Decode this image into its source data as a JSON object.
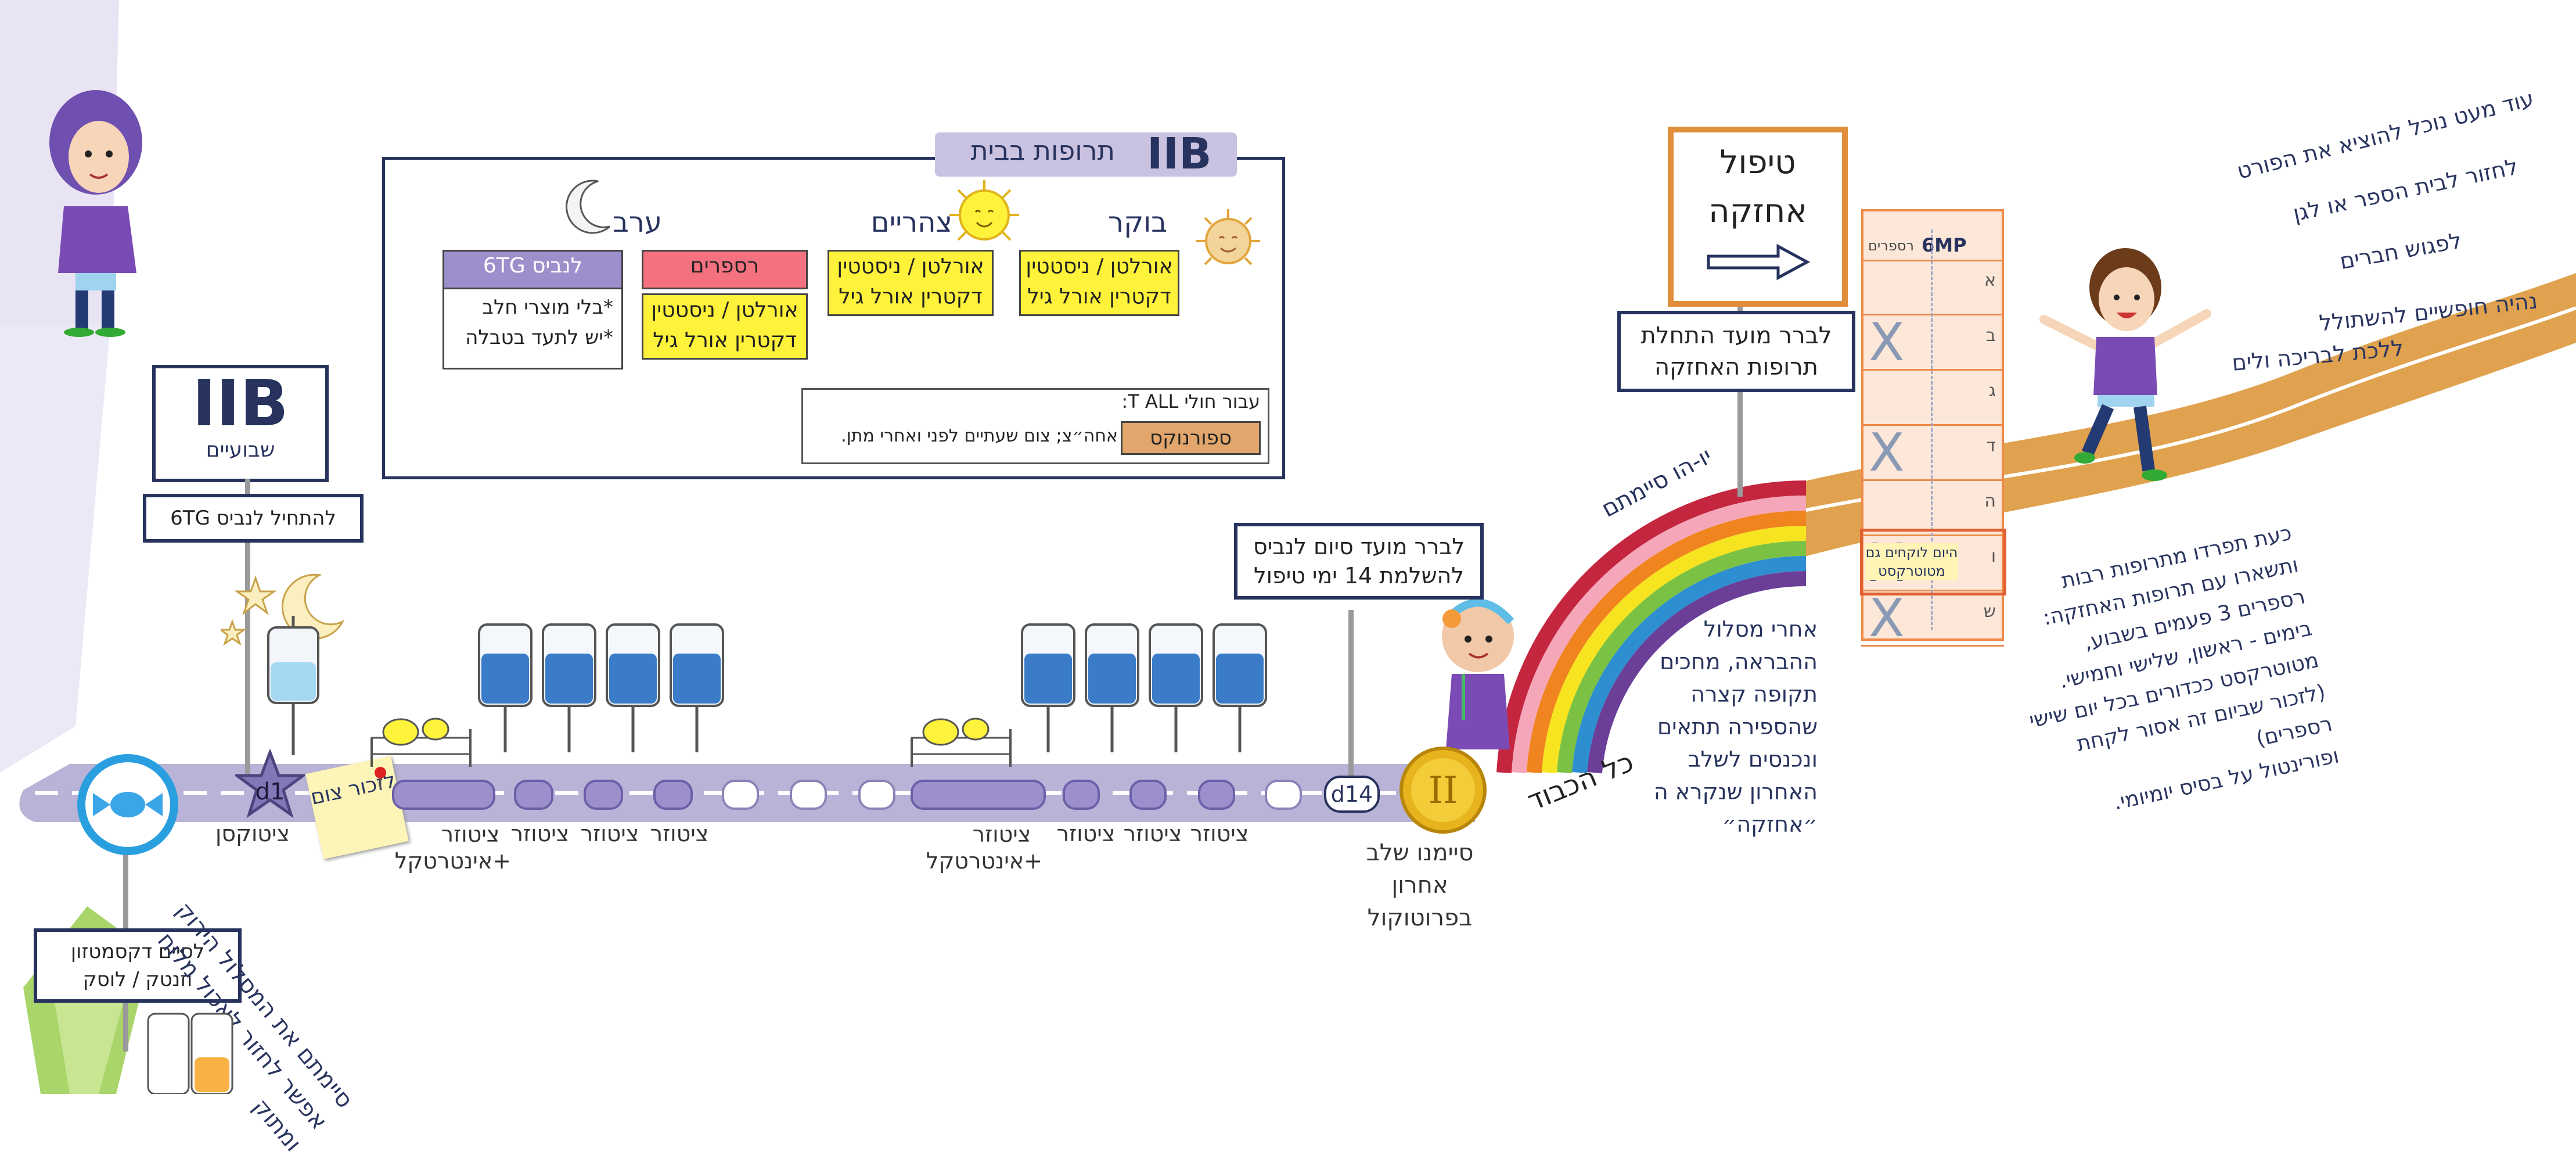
{
  "diagram": {
    "home_meds": {
      "title": "תרופות בבית",
      "label": "IIB",
      "morning": "בוקר",
      "noon": "צהריים",
      "evening": "ערב",
      "morning_drug": "אורלטן / ניסטטין דקטרין אורל גיל",
      "noon_drug": "אורלטן / ניסטטין דקטרין אורל גיל",
      "evening_drug": "אורלטן / ניסטטין דקטרין אורל גיל",
      "resprim": "רספרים",
      "tg_header": "לנביס 6TG",
      "tg_note1": "*בלי מוצרי חלב",
      "tg_note2": "*יש לתעד בטבלה",
      "tall_note": "עבור חולי T ALL:",
      "sporanox": "ספורנוקס",
      "sporanox_note": "אחה״צ; צום שעתיים לפני ואחרי מתן."
    },
    "iib_sign": {
      "title": "IIB",
      "sub": "שבועיים"
    },
    "tg_start": "להתחיל לנביס 6TG",
    "dexa_end": "לסיים דקסמטזון וזנטק / לוסק",
    "green_path_note": "סיימתם את המסלול הירוק אפשר לחזור לאכול מלוח ומתוק",
    "d1": "d1",
    "d14": "d14",
    "sticky": "לזכור צום",
    "day_labels": {
      "cytosan": "ציטוקסן",
      "cytosar": "ציטוזר",
      "cytosar_intra": "ציטוזר +אינטרטקל"
    },
    "end_confirm": "לברר מועד סיום לנביס להשלמת 14 ימי טיפול",
    "finished_badge": "כל הכבוד",
    "finished_text": "סיימנו שלב אחרון בפרוטוקול",
    "after_text": "אחרי מסלול ההבראה, מחכים תקופה קצרה שהספירה תתאים ונכנסים לשלב האחרון שנקרא ה ״אחזקה״",
    "rainbow_text": "יו-הו סיימתם",
    "maintenance_sign": "טיפול אחזקה",
    "maintenance_confirm": "לברר מועד התחלת תרופות האחזקה",
    "table": {
      "col1": "6MP",
      "col2": "רספרים",
      "days": [
        "א",
        "ב",
        "ג",
        "ד",
        "ה",
        "ו",
        "ש"
      ],
      "today_note": "היום לוקחים גם מטוטרקסט"
    },
    "kid_right_lines": [
      "עוד מעט נוכל להוציא את הפורט",
      "לחזור לבית הספר או לגן",
      "לפגוש חברים",
      "נהיה חופשיים להשתולל",
      "ללכת לבריכה ולים"
    ],
    "maint_text_lines": [
      "כעת תפרדו מתרופות רבות",
      "ותשארו עם תרופות האחזקה:",
      "רספרים 3 פעמים בשבוע,",
      "בימים - ראשון, שלישי וחמישי.",
      "מטוטרקסט ככדורים בכל יום שישי",
      "(לזכור שביום זה אסור לקחת רספרים)",
      "ופורינטול על בסיס יומיומי."
    ],
    "colors": {
      "navy": "#27335e",
      "road": "#b9b3d8",
      "lavender": "#9c8fcb",
      "yellow": "#fff23a",
      "pink": "#f4717f",
      "orange_path": "#e0a24e",
      "green_path": "#8fc94a",
      "gold": "#e7b41e"
    }
  }
}
